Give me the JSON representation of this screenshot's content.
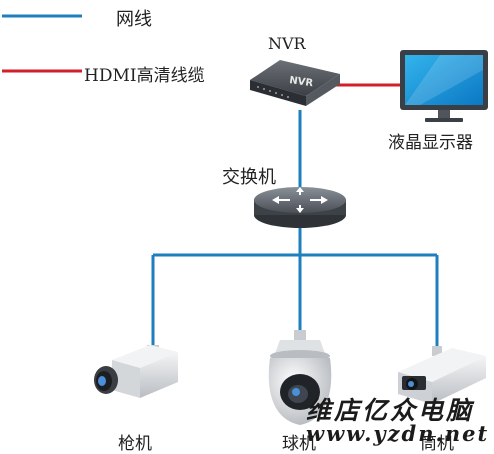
{
  "legend": {
    "network_label": "网线",
    "hdmi_label": "HDMI高清线缆",
    "network_color": "#1e7fbf",
    "hdmi_color": "#d21f2a"
  },
  "devices": {
    "nvr_label": "NVR",
    "nvr_badge": "NVR",
    "monitor_label": "液晶显示器",
    "switch_label": "交换机",
    "cameras": [
      {
        "label": "枪机",
        "icon": "bullet-camera-icon"
      },
      {
        "label": "球机",
        "icon": "dome-camera-icon"
      },
      {
        "label": "筒机",
        "icon": "box-camera-icon"
      }
    ]
  },
  "watermark": {
    "brand": "维店亿众电脑",
    "url": "www.yzdn.net"
  }
}
